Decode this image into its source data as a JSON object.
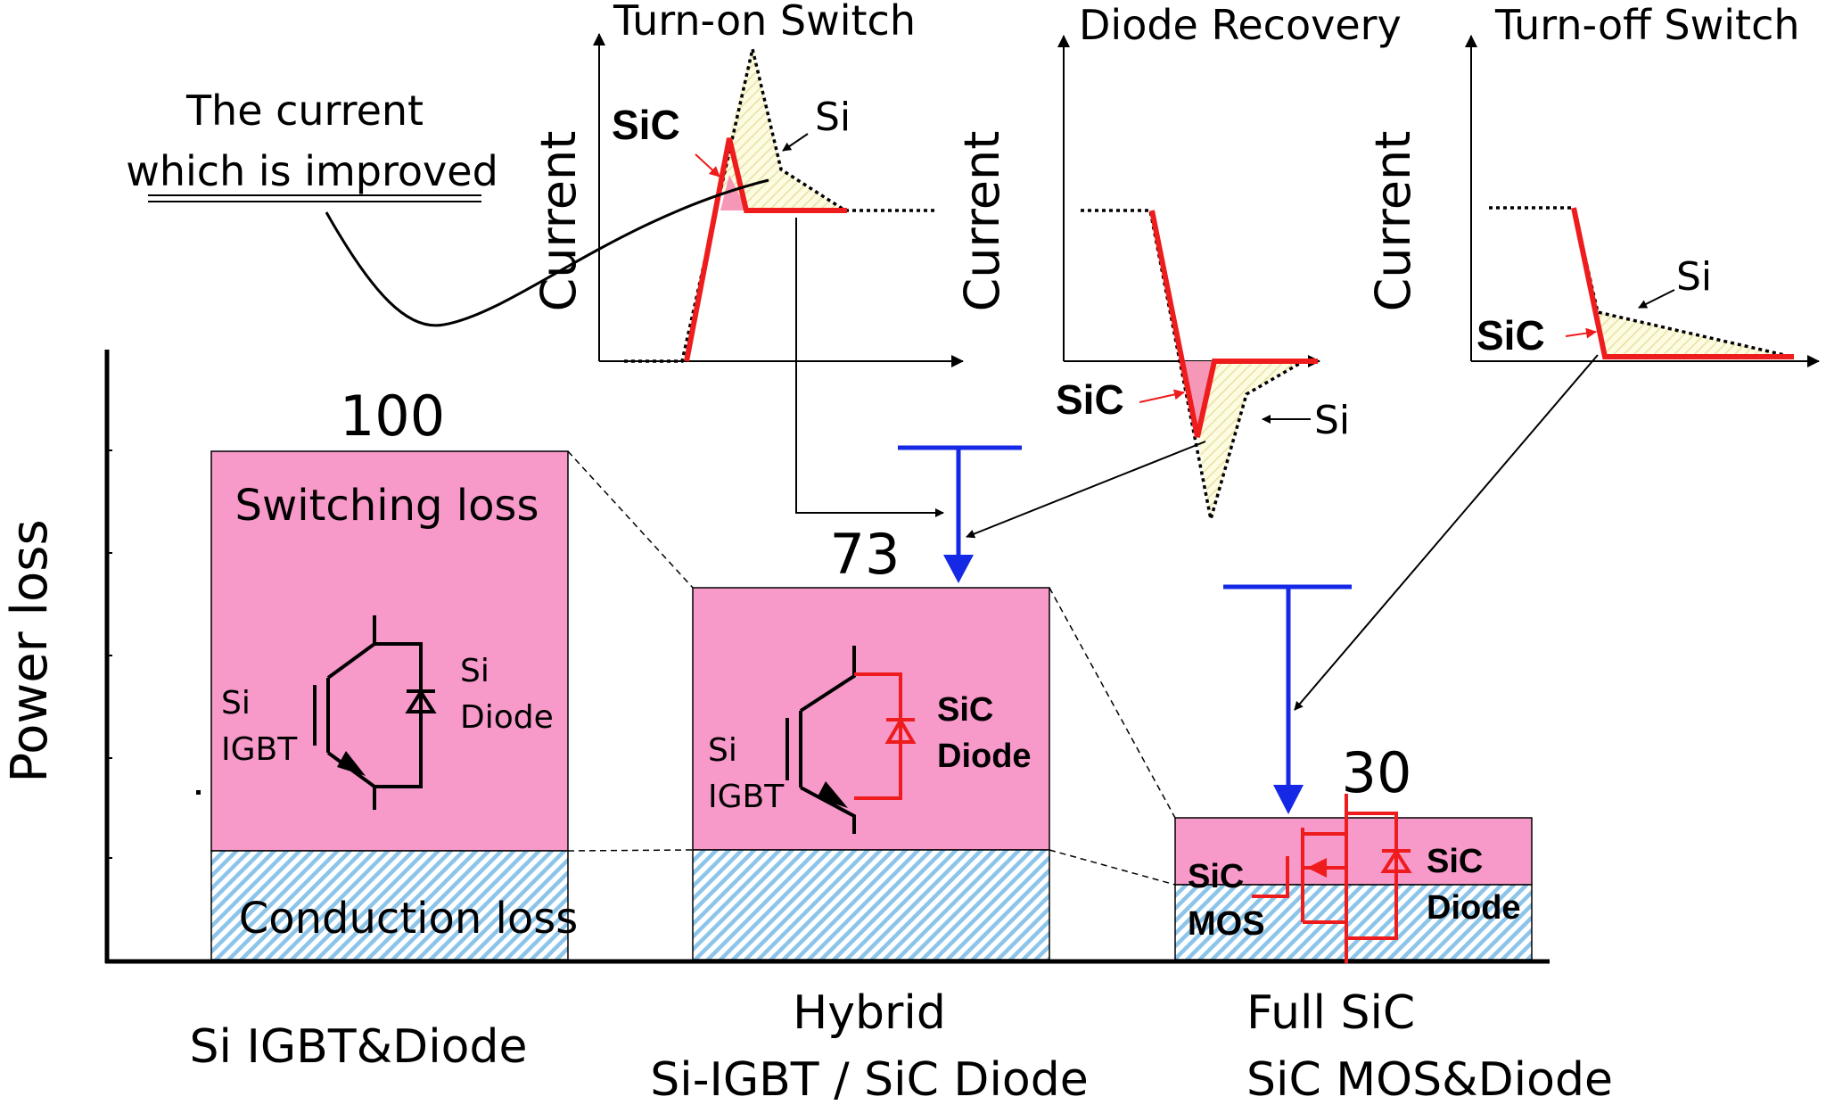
{
  "axis": {
    "ylabel": "Power loss"
  },
  "annotation": {
    "line1": "The current",
    "line2": "which is improved"
  },
  "waveforms": {
    "turn_on": {
      "title": "Turn-on Switch",
      "ylabel": "Current",
      "sic": "SiC",
      "si": "Si"
    },
    "diode_recovery": {
      "title": "Diode Recovery",
      "ylabel": "Current",
      "sic": "SiC",
      "si": "Si"
    },
    "turn_off": {
      "title": "Turn-off Switch",
      "ylabel": "Current",
      "sic": "SiC",
      "si": "Si"
    }
  },
  "bars": [
    {
      "value": "100",
      "switching_label": "Switching loss",
      "conduction_label": "Conduction loss",
      "device_left_1": "Si",
      "device_left_2": "IGBT",
      "device_right_1": "Si",
      "device_right_2": "Diode",
      "caption_1": "Si IGBT&Diode",
      "caption_2": ""
    },
    {
      "value": "73",
      "device_left_1": "Si",
      "device_left_2": "IGBT",
      "device_right_1": "SiC",
      "device_right_2": "Diode",
      "caption_1": "Hybrid",
      "caption_2": "Si-IGBT / SiC Diode"
    },
    {
      "value": "30",
      "device_left_1": "SiC",
      "device_left_2": "MOS",
      "device_right_1": "SiC",
      "device_right_2": "Diode",
      "caption_1": "Full SiC",
      "caption_2": "SiC MOS&Diode"
    }
  ],
  "colors": {
    "switching": "#f799c9",
    "conduction_stripe": "#8cc4ea",
    "sic_red": "#ee1c1c",
    "arrow_blue": "#1428e6",
    "si_fill": "#fdfbe0"
  }
}
